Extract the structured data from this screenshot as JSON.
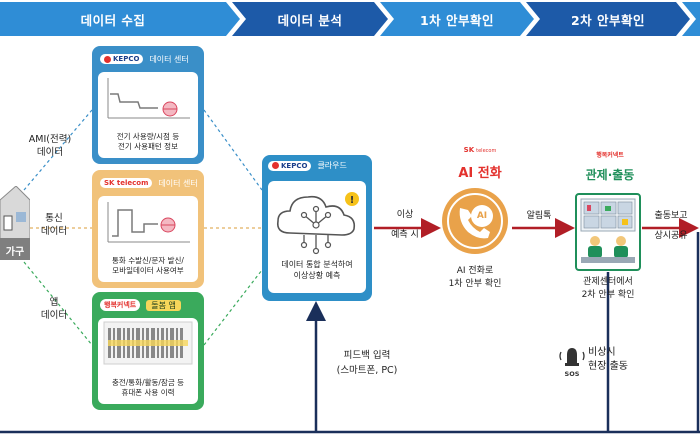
{
  "stages": [
    {
      "label": "데이터 수집"
    },
    {
      "label": "데이터 분석"
    },
    {
      "label": "1차 안부확인"
    },
    {
      "label": "2차 안부확인"
    }
  ],
  "household": {
    "label": "가구"
  },
  "sources": [
    {
      "side_label": "AMI(전력)\n데이터",
      "logo": "KEPCO",
      "header": "데이터 센터",
      "desc": "전기 사용량/시점 등\n전기 사용패턴 정보",
      "color": "#3a8fc8"
    },
    {
      "side_label": "통신\n데이터",
      "logo": "SK telecom",
      "header": "데이터 센터",
      "desc": "통화 수발신/문자 발신/\n모바일데이터 사용여부",
      "color": "#f1c27a"
    },
    {
      "side_label": "앱\n데이터",
      "logo": "행복커넥트",
      "header": "돌봄 앱",
      "desc": "충전/통화/활동/잠금 등\n휴대폰 사용 이력",
      "color": "#3aaa5c"
    }
  ],
  "analysis": {
    "logo": "KEPCO",
    "header": "클라우드",
    "desc": "데이터 통합 분석하여\n이상상황 예측"
  },
  "ai_call": {
    "logo_main": "SK",
    "logo_sub": "telecom",
    "title": "AI 전화",
    "badge": "AI",
    "desc": "AI 전화로\n1차 안부 확인"
  },
  "arrows": {
    "anomaly": "이상\n예측 시",
    "notify": "알림톡",
    "dispatch": "출동보고\n상시공유"
  },
  "control": {
    "logo": "행복커넥트",
    "title": "관제·출동",
    "desc": "관제센터에서\n2차 안부 확인"
  },
  "feedback": {
    "label": "피드백 입력\n(스마트폰, PC)"
  },
  "emergency": {
    "badge": "SOS",
    "label": "비상시\n현장 출동"
  },
  "colors": {
    "stage_dark": "#1d5aa8",
    "stage_light": "#2f8dd6",
    "arrow_red": "#b11e26",
    "control_green": "#1f8f5a",
    "ai_orange": "#e9a24a"
  }
}
